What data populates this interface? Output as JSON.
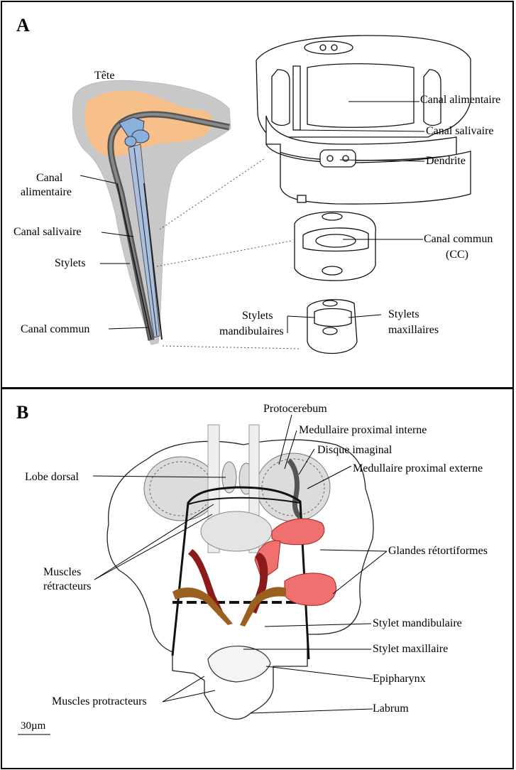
{
  "panel_a": {
    "label": "A",
    "head_label": "Tête",
    "left_labels": {
      "canal_alimentaire_1": "Canal",
      "canal_alimentaire_2": "alimentaire",
      "canal_salivaire": "Canal salivaire",
      "stylets": "Stylets",
      "canal_commun": "Canal commun"
    },
    "right_labels": {
      "canal_alimentaire": "Canal alimentaire",
      "canal_salivaire": "Canal salivaire",
      "dendrite": "Dendrite",
      "canal_commun_1": "Canal commun",
      "canal_commun_2": "(CC)",
      "stylets_mand_1": "Stylets",
      "stylets_mand_2": "mandibulaires",
      "stylets_max_1": "Stylets",
      "stylets_max_2": "maxillaires"
    },
    "colors": {
      "head": "#c8c8c8",
      "brain": "#f7c08a",
      "stylet_fill": "#aabfdc",
      "gland": "#8ab0dc"
    }
  },
  "panel_b": {
    "label": "B",
    "labels": {
      "protocerebum": "Protocerebum",
      "medullaire_interne": "Medullaire proximal interne",
      "disque_imaginal": "Disque imaginal",
      "medullaire_externe": "Medullaire proximal externe",
      "lobe_dorsal": "Lobe dorsal",
      "muscles_retracteurs_1": "Muscles",
      "muscles_retracteurs_2": "rétracteurs",
      "glandes": "Glandes rétortiformes",
      "stylet_mandibulaire": "Stylet mandibulaire",
      "stylet_maxillaire": "Stylet maxillaire",
      "muscles_protracteurs": "Muscles protracteurs",
      "epipharynx": "Epipharynx",
      "labrum": "Labrum"
    },
    "scale": "30µm",
    "colors": {
      "gland": "#f07070",
      "mandibular": "#8b1a1a",
      "maxillary": "#9a6020"
    }
  }
}
